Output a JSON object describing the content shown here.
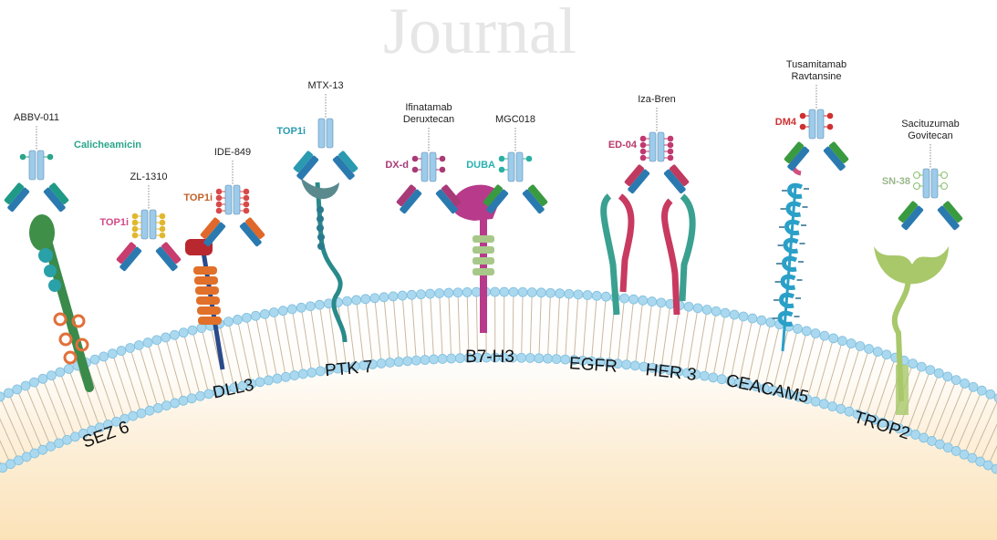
{
  "watermark": "Journal",
  "colors": {
    "lipid": "#aad8ee",
    "lipid_stroke": "#7fbfdf",
    "fc": "#9dcbea",
    "background_bottom": "#fbe6c4"
  },
  "adcs": [
    {
      "name": [
        "ABBV-011"
      ],
      "payload": "Calicheamicin",
      "payload_color": "#2aa58a",
      "arm_color": "#1f9a86"
    },
    {
      "name": [
        "ZL-1310"
      ],
      "payload": "TOP1i",
      "payload_color": "#d04a86",
      "arm_color": "#c83c6e",
      "dot_color": "#e0b830"
    },
    {
      "name": [
        "IDE-849"
      ],
      "payload": "TOP1i",
      "payload_color": "#c0622a",
      "arm_color": "#e0682a",
      "dot_color": "#d84a4a"
    },
    {
      "name": [
        "MTX-13"
      ],
      "payload": "TOP1i",
      "payload_color": "#2a9ab0",
      "arm_color": "#2a9ab0",
      "dot_color": "#2a9ab0"
    },
    {
      "name": [
        "Ifinatamab",
        "Deruxtecan"
      ],
      "payload": "DX-d",
      "payload_color": "#a83a78",
      "arm_color": "#a83a78",
      "dot_color": "#a83a78"
    },
    {
      "name": [
        "MGC018"
      ],
      "payload": "DUBA",
      "payload_color": "#2ab0b0",
      "arm_color": "#3a9a40",
      "dot_color": "#2ab0a0"
    },
    {
      "name": [
        "Iza-Bren"
      ],
      "payload": "ED-04",
      "payload_color": "#b83a6a",
      "arm_color": "#c03a60",
      "dot_color": "#c03a70"
    },
    {
      "name": [
        "Tusamitamab",
        "Ravtansine"
      ],
      "payload": "DM4",
      "payload_color": "#d03030",
      "arm_color": "#3a9a40",
      "dot_color": "#d03030"
    },
    {
      "name": [
        "Sacituzumab",
        "Govitecan"
      ],
      "payload": "SN-38",
      "payload_color": "#9ab88a",
      "arm_color": "#3a9a40",
      "dot_color": "#8ac070"
    }
  ],
  "targets": [
    "SEZ 6",
    "DLL3",
    "PTK 7",
    "B7-H3",
    "EGFR",
    "HER 3",
    "CEACAM5",
    "TROP2"
  ]
}
